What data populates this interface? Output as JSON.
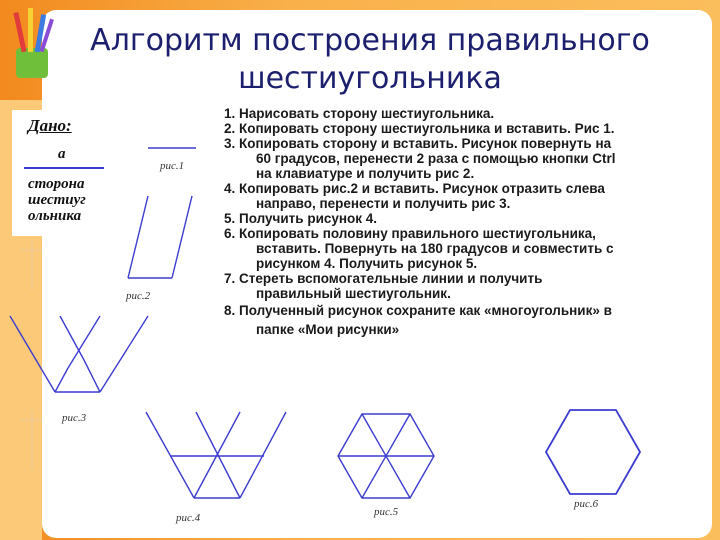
{
  "title_line1": "Алгоритм построения правильного",
  "title_line2": "шестиугольника",
  "given": {
    "label": "Дано:",
    "variable": "а",
    "description": "сторона шестиуг ольника"
  },
  "steps": [
    {
      "main": "1. Нарисовать сторону шестиугольника.",
      "cont": []
    },
    {
      "main": "2. Копировать сторону шестиугольника и вставить. Рис 1.",
      "cont": []
    },
    {
      "main": "3. Копировать сторону и вставить. Рисунок повернуть на",
      "cont": [
        "60 градусов, перенести 2 раза с помощью кнопки Ctrl",
        "на клавиатуре и получить рис 2."
      ]
    },
    {
      "main": "4. Копировать рис.2 и вставить. Рисунок отразить слева",
      "cont": [
        "направо, перенести и получить рис 3."
      ]
    },
    {
      "main": "5. Получить рисунок 4.",
      "cont": []
    },
    {
      "main": "6. Копировать половину правильного шестиугольника,",
      "cont": [
        "вставить. Повернуть на 180 градусов и совместить с",
        "рисунком 4. Получить рисунок 5."
      ]
    },
    {
      "main": " 7. Стереть вспомогательные линии и получить",
      "cont": [
        "правильный шестиугольник."
      ]
    }
  ],
  "step8": {
    "line1": "8. Полученный рисунок сохраните как «многоугольник» в",
    "line2": "папке «Мои рисунки»"
  },
  "captions": {
    "fig1": "рис.1",
    "fig2": "рис.2",
    "fig3": "рис.3",
    "fig4": "рис.4",
    "fig5": "рис.5",
    "fig6": "рис.6"
  },
  "colors": {
    "line": "#3c3cd0",
    "title": "#1c1f6e"
  },
  "icons": [
    "pencil-cup-icon"
  ]
}
